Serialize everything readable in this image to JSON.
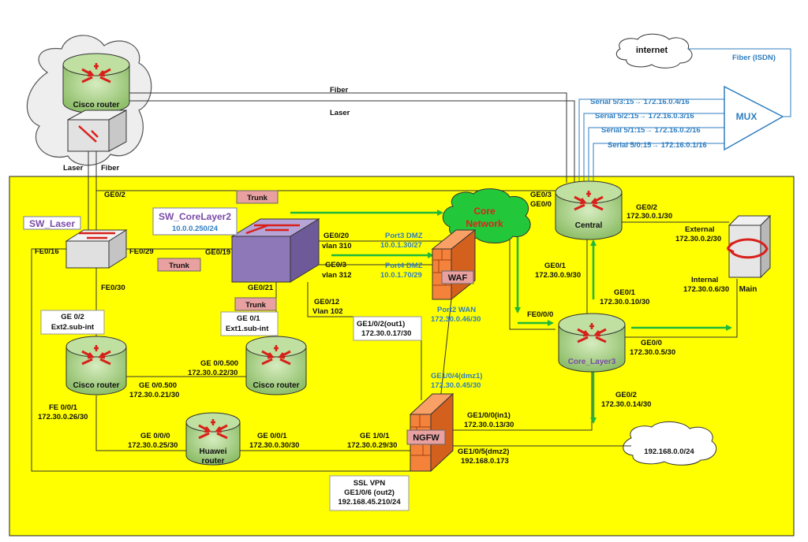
{
  "colors": {
    "zone_fill": "#ffff00",
    "router_fill": "#b9d99a",
    "switch_fill": "#e6e6e6",
    "core_switch_fill": "#8e78b8",
    "firewall_fill": "#f4823a",
    "cloud_green": "#22c83a",
    "flow_green": "#20b83a",
    "accent_blue": "#2f7ec0",
    "label_box": "#e8a0a0"
  },
  "devices": {
    "top_router": "Cisco router",
    "sw_laser": "SW_Laser",
    "sw_core_name": "SW_CoreLayer2",
    "sw_core_ip": "10.0.0.250/24",
    "left_router": "Cisco router",
    "mid_router": "Cisco router",
    "huawei_line1": "Huawei",
    "huawei_line2": "router",
    "central": "Central",
    "core_layer3": "Core_Layer3",
    "core_network_1": "Core",
    "core_network_2": "Network",
    "waf": "WAF",
    "ngfw": "NGFW",
    "main": "Main",
    "internet": "internet",
    "mux": "MUX",
    "lan_cloud": "192.168.0.0/24"
  },
  "links": {
    "fiber_top": "Fiber",
    "laser_top": "Laser",
    "laser_down": "Laser",
    "fiber_down": "Fiber",
    "fiber_isdn": "Fiber (ISDN)",
    "serial_1": "Serial 5/3:15→ 172.16.0.4/16",
    "serial_2": "Serial 5/2:15→ 172.16.0.3/16",
    "serial_3": "Serial 5/1:15→ 172.16.0.2/16",
    "serial_4": "Serial 5/0:15→ 172.16.0.1/16"
  },
  "trunks": [
    "Trunk",
    "Trunk",
    "Trunk"
  ],
  "ports": {
    "ge02_top": "GE0/2",
    "fe016": "FE0/16",
    "fe029": "FE0/29",
    "fe030": "FE0/30",
    "ge019": "GE0/19",
    "ge021": "GE0/21",
    "ge020_1": "GE0/20",
    "ge020_2": "vlan 310",
    "ge03_1": "GE0/3",
    "ge03_2": "vlan 312",
    "ge012_1": "GE0/12",
    "ge012_2": "Vlan 102",
    "port3dmz_1": "Port3 DMZ",
    "port3dmz_2": "10.0.1.30/27",
    "port4dmz_1": "Port4 DMZ",
    "port4dmz_2": "10.0.1.70/29",
    "port2wan_1": "Port2 WAN",
    "port2wan_2": "172.30.0.46/30",
    "ge02ext_1": "GE 0/2",
    "ge02ext_2": "Ext2.sub-int",
    "ge01ext_1": "GE 0/1",
    "ge01ext_2": "Ext1.sub-int",
    "ge00500a_1": "GE 0/0.500",
    "ge00500a_2": "172.30.0.22/30",
    "ge00500b_1": "GE 0/0.500",
    "ge00500b_2": "172.30.0.21/30",
    "fe001_1": "FE 0/0/1",
    "fe001_2": "172.30.0.26/30",
    "ge000h_1": "GE 0/0/0",
    "ge000h_2": "172.30.0.25/30",
    "ge001h_1": "GE 0/0/1",
    "ge001h_2": "172.30.0.30/30",
    "ge102_1": "GE1/0/2(out1)",
    "ge102_2": "172.30.0.17/30",
    "ge104_1": "GE1/0/4(dmz1)",
    "ge104_2": "172.30.0.45/30",
    "ge101_1": "GE 1/0/1",
    "ge101_2": "172.30.0.29/30",
    "ge100_1": "GE1/0/0(in1)",
    "ge100_2": "172.30.0.13/30",
    "ge105_1": "GE1/0/5(dmz2)",
    "ge105_2": "192.168.0.173",
    "sslvpn_1": "SSL VPN",
    "sslvpn_2": "GE1/0/6 (out2)",
    "sslvpn_3": "192.168.45.210/24",
    "ge03c_1": "GE0/3",
    "ge03c_2": "GE0/0",
    "ge02c_1": "GE0/2",
    "ge02c_2": "172.30.0.1/30",
    "ext_1": "External",
    "ext_2": "172.30.0.2/30",
    "int_1": "Internal",
    "int_2": "172.30.0.6/30",
    "ge01c_1": "GE0/1",
    "ge01c_2": "172.30.0.9/30",
    "ge01l3_1": "GE0/1",
    "ge01l3_2": "172.30.0.10/30",
    "fe000": "FE0/0/0",
    "ge00l3_1": "GE0/0",
    "ge00l3_2": "172.30.0.5/30",
    "ge02l3_1": "GE0/2",
    "ge02l3_2": "172.30.0.14/30"
  }
}
